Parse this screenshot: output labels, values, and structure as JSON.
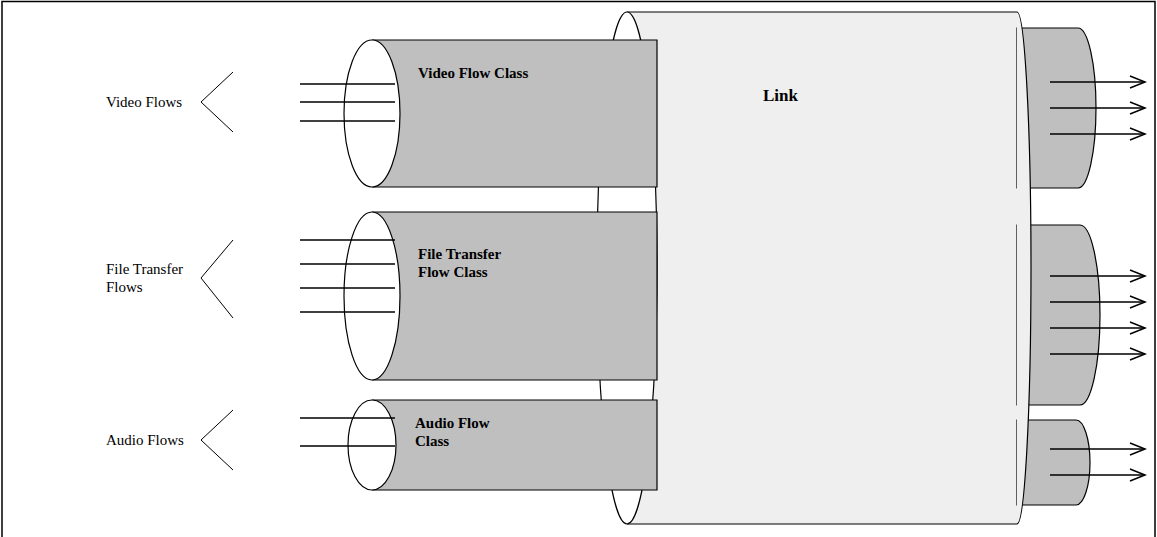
{
  "diagram": {
    "nodes": [
      {
        "text": [
          "Video Flow Class"
        ]
      },
      {
        "text": [
          "File Transfer Flow Class"
        ]
      },
      {
        "text": [
          "Audio Flow Class"
        ]
      },
      {
        "text": [
          "Link"
        ]
      }
    ],
    "labels": [
      "Video Flows",
      "File Transfer Flows",
      "Audio Flows"
    ]
  }
}
